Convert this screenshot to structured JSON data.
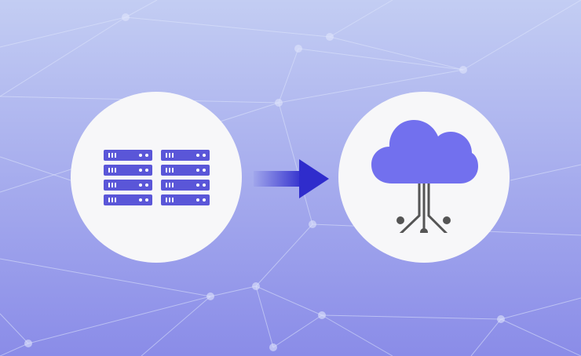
{
  "colors": {
    "background_top": "#c3cdf3",
    "background_bottom": "#8a8ce8",
    "circle_fill": "#f7f7f9",
    "server": "#5a56d8",
    "arrow": "#2f2ccc",
    "cloud": "#7270ee",
    "connector": "#555555",
    "network_line": "#dfe5fb"
  },
  "diagram": {
    "source": {
      "icon": "server-rack-icon",
      "racks": 2,
      "units_per_rack": 4
    },
    "connector": {
      "icon": "arrow-right-icon"
    },
    "target": {
      "icon": "cloud-network-icon",
      "branches": 3
    }
  }
}
